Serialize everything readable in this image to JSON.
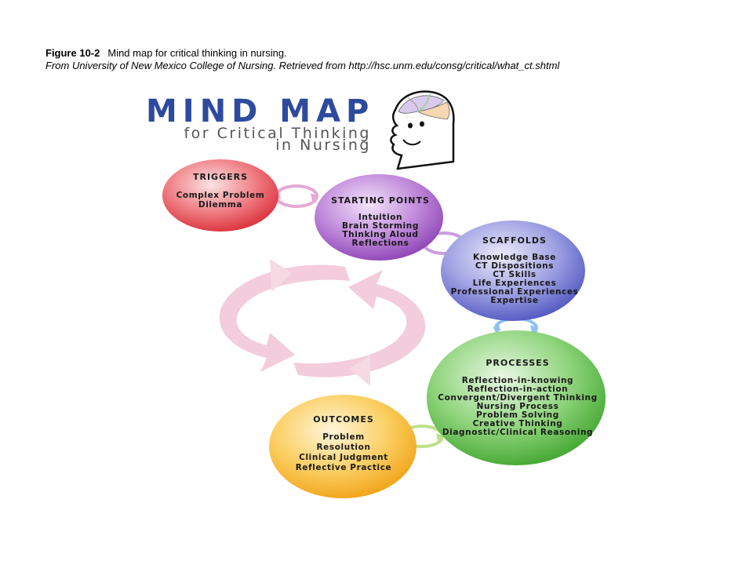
{
  "caption": {
    "figure_label": "Figure 10-2",
    "figure_title": "Mind map for critical thinking in nursing.",
    "source": "From University of New Mexico College of Nursing. Retrieved from http://hsc.unm.edu/consg/critical/what_ct.shtml"
  },
  "logo": {
    "title": "MIND MAP",
    "subtitle_line1": "for Critical Thinking",
    "subtitle_line2": "in Nursing"
  },
  "nodes": [
    {
      "id": "triggers",
      "title": "TRIGGERS",
      "items": [
        "Complex Problem",
        "Dilemma"
      ],
      "color": "#e8414a"
    },
    {
      "id": "starting-points",
      "title": "STARTING POINTS",
      "items": [
        "Intuition",
        "Brain Storming",
        "Thinking Aloud",
        "Reflections"
      ],
      "color": "#9a4fc0"
    },
    {
      "id": "scaffolds",
      "title": "SCAFFOLDS",
      "items": [
        "Knowledge Base",
        "CT Dispositions",
        "CT Skills",
        "Life Experiences",
        "Professional Experiences",
        "Expertise"
      ],
      "color": "#5a5fc8"
    },
    {
      "id": "processes",
      "title": "PROCESSES",
      "items": [
        "Reflection-in-knowing",
        "Reflection-in-action",
        "Convergent/Divergent Thinking",
        "Nursing Process",
        "Problem Solving",
        "Creative Thinking",
        "Diagnostic/Clinical Reasoning"
      ],
      "color": "#4db33a"
    },
    {
      "id": "outcomes",
      "title": "OUTCOMES",
      "items": [
        "Problem",
        "Resolution",
        "Clinical Judgment",
        "Reflective Practice"
      ],
      "color": "#f2a81c"
    }
  ],
  "colors": {
    "logo_blue": "#2d4a9e",
    "logo_grey": "#555555",
    "cycle_pink": "#f2c8d8"
  }
}
